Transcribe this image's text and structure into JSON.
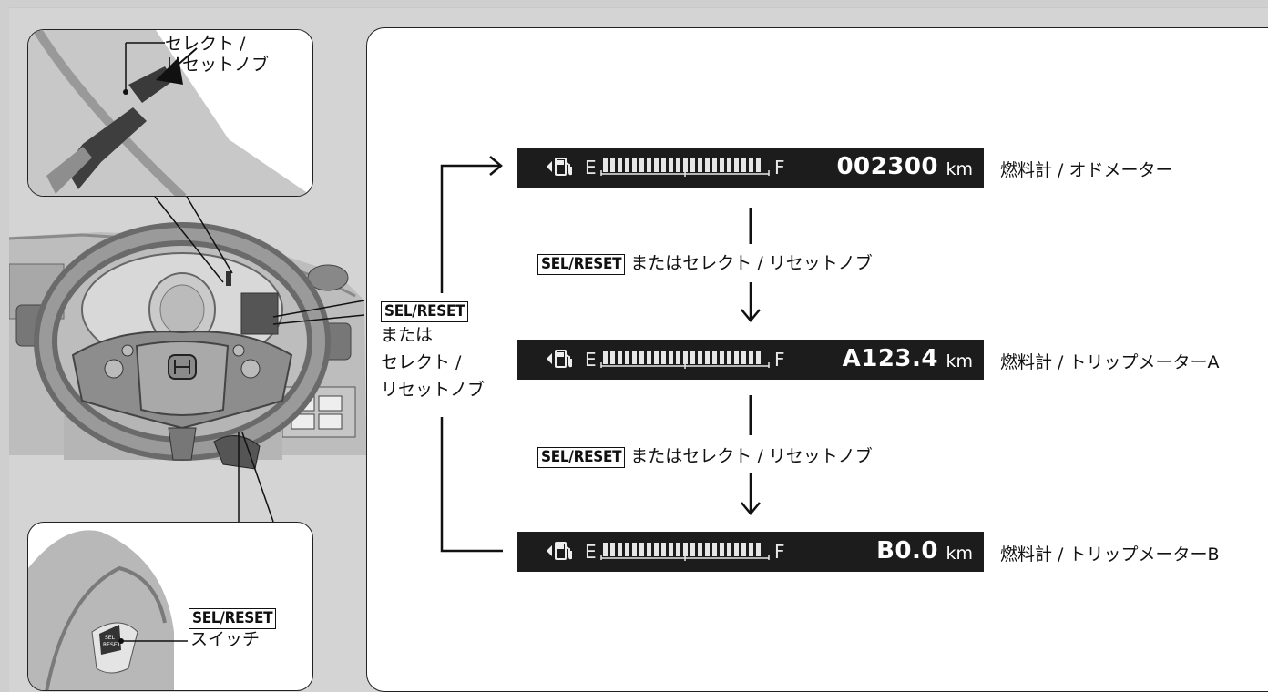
{
  "callouts": {
    "knob_top_line1": "セレクト /",
    "knob_top_line2": "リセットノブ",
    "center_btn": "SEL/RESET",
    "center_line2": "または",
    "center_line3": "セレクト /",
    "center_line4": "リセットノブ",
    "switch_btn": "SEL/RESET",
    "switch_line2": "スイッチ"
  },
  "displays": [
    {
      "value": "002300",
      "unit": "km",
      "desc": "燃料計 / オドメーター",
      "e": "E",
      "f": "F"
    },
    {
      "value": "A123.4",
      "unit": "km",
      "desc": "燃料計 / トリップメーターA",
      "e": "E",
      "f": "F"
    },
    {
      "value": "B0.0",
      "unit": "km",
      "desc": "燃料計 / トリップメーターB",
      "e": "E",
      "f": "F"
    }
  ],
  "transitions": [
    {
      "btn": "SEL/RESET",
      "text": "またはセレクト / リセットノブ"
    },
    {
      "btn": "SEL/RESET",
      "text": "またはセレクト / リセットノブ"
    }
  ],
  "colors": {
    "display_bg": "#1c1c1c",
    "panel_bg": "#ffffff",
    "frame_bg": "#d4d4d4"
  }
}
